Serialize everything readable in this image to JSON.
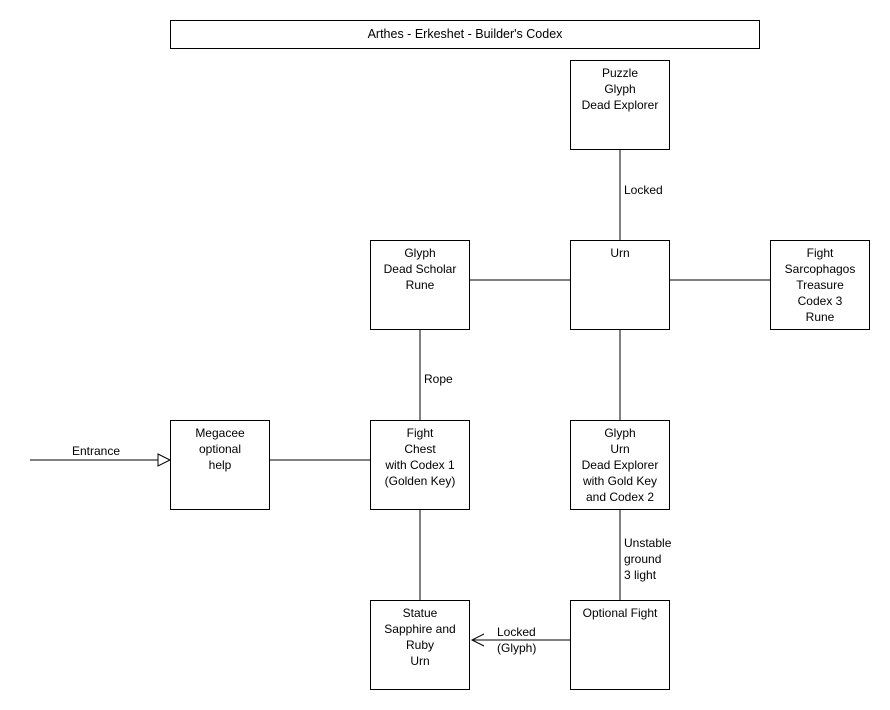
{
  "title": "Arthes - Erkeshet - Builder's Codex",
  "rooms": {
    "puzzle": [
      "Puzzle",
      "Glyph",
      "Dead Explorer"
    ],
    "urn_center": [
      "Urn"
    ],
    "scholar": [
      "Glyph",
      "Dead Scholar",
      "Rune"
    ],
    "sarcophagos": [
      "Fight",
      "Sarcophagos",
      "Treasure",
      "Codex 3",
      "Rune"
    ],
    "megacee": [
      "Megacee",
      "optional",
      "help"
    ],
    "chest": [
      "Fight",
      "Chest",
      "with Codex 1",
      "(Golden Key)"
    ],
    "explorer": [
      "Glyph",
      "Urn",
      "Dead Explorer",
      "with Gold Key",
      "and Codex 2"
    ],
    "statue": [
      "Statue",
      "Sapphire and",
      "Ruby",
      "Urn"
    ],
    "optional": [
      "Optional Fight"
    ]
  },
  "connections": {
    "locked": "Locked",
    "rope": "Rope",
    "entrance": "Entrance",
    "unstable": [
      "Unstable",
      "ground",
      "3 light"
    ],
    "locked_glyph": [
      "Locked",
      "(Glyph)"
    ]
  }
}
